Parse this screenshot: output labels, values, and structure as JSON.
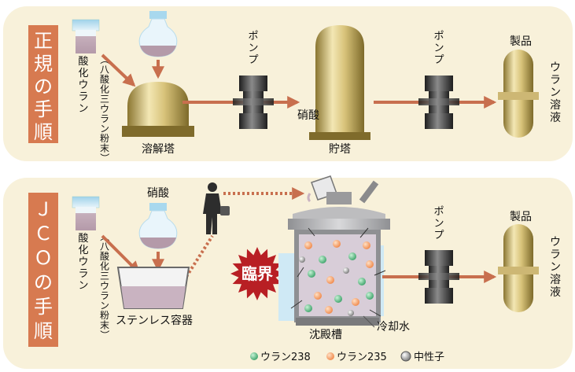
{
  "top_panel": {
    "title_chars": [
      "正",
      "規",
      "の",
      "手",
      "順"
    ],
    "powder_label_col1": [
      "（",
      "八",
      "酸",
      "化",
      "三",
      "ウ",
      "ラ",
      "ン",
      "粉",
      "末",
      "）"
    ],
    "powder_label_col2": [
      "酸",
      "化",
      "ウ",
      "ラ",
      "ン"
    ],
    "dissolution_tower": "溶解塔",
    "pump1_chars": [
      "ポ",
      "ン",
      "プ"
    ],
    "nitric_acid": "硝酸",
    "storage_tower": "貯塔",
    "pump2_chars": [
      "ポ",
      "ン",
      "プ"
    ],
    "product": "製品",
    "uranium_solution_chars": [
      "ウ",
      "ラ",
      "ン",
      "溶",
      "液"
    ]
  },
  "bottom_panel": {
    "title_chars": [
      "Ｊ",
      "Ｃ",
      "Ｏ",
      "の",
      "手",
      "順"
    ],
    "powder_label_col1": [
      "（",
      "八",
      "酸",
      "化",
      "三",
      "ウ",
      "ラ",
      "ン",
      "粉",
      "末",
      "）"
    ],
    "powder_label_col2": [
      "酸",
      "化",
      "ウ",
      "ラ",
      "ン"
    ],
    "nitric_acid": "硝酸",
    "stainless_container": "ステンレス容器",
    "critical": "臨界",
    "precipitation_tank": "沈殿槽",
    "cooling_water": "冷却水",
    "pump_chars": [
      "ポ",
      "ン",
      "プ"
    ],
    "product": "製品",
    "uranium_solution_chars": [
      "ウ",
      "ラ",
      "ン",
      "溶",
      "液"
    ]
  },
  "legend": {
    "u238": "ウラン238",
    "u235": "ウラン235",
    "neutron": "中性子"
  },
  "colors": {
    "panel_bg": "#f8f1da",
    "title_bg": "#d77a50",
    "arrow": "#c86f4e",
    "gold": "#b59f4e",
    "pump": "#3e3e3e",
    "u238": "#3da36a",
    "u235": "#f0884a",
    "neutron": "#888888"
  }
}
